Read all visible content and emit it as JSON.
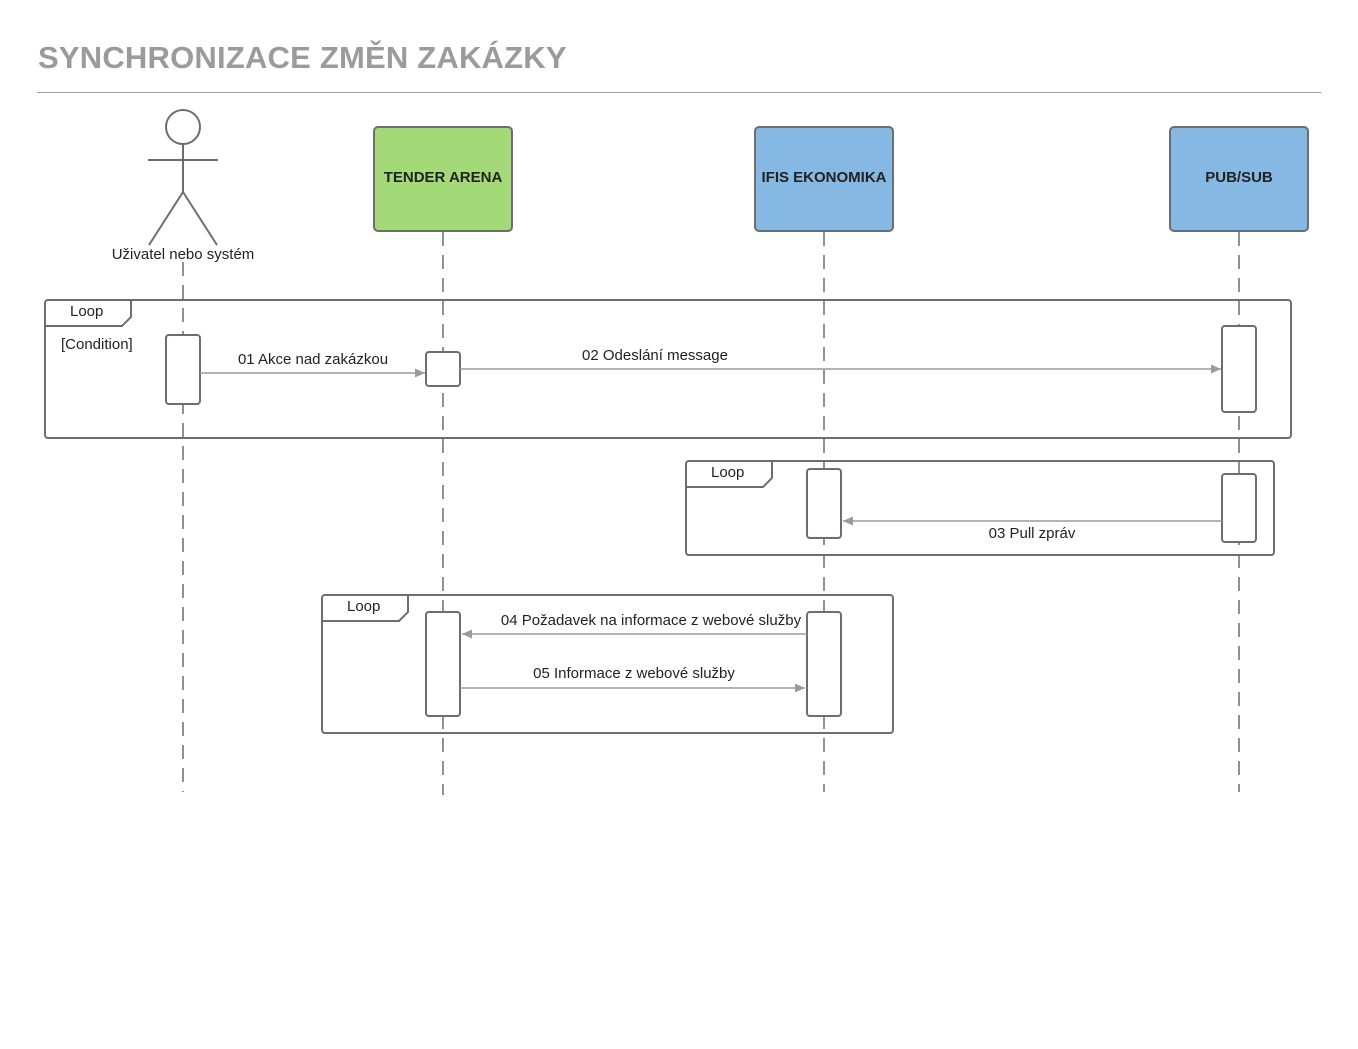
{
  "title": "SYNCHRONIZACE ZMĚN ZAKÁZKY",
  "actor": {
    "label": "Uživatel nebo systém"
  },
  "participants": [
    {
      "id": "tender-arena",
      "label": "TENDER ARENA",
      "color": "#a3d977"
    },
    {
      "id": "ifis-ekonomika",
      "label": "IFIS EKONOMIKA",
      "color": "#85b8e3"
    },
    {
      "id": "pubsub",
      "label": "PUB/SUB",
      "color": "#85b8e3"
    }
  ],
  "frames": [
    {
      "label": "Loop",
      "condition": "[Condition]"
    },
    {
      "label": "Loop"
    },
    {
      "label": "Loop"
    }
  ],
  "messages": [
    {
      "label": "01 Akce nad zakázkou",
      "from": "actor",
      "to": "tender-arena"
    },
    {
      "label": "02 Odeslání message",
      "from": "tender-arena",
      "to": "pubsub"
    },
    {
      "label": "03 Pull zpráv",
      "from": "pubsub",
      "to": "ifis-ekonomika"
    },
    {
      "label": "04 Požadavek na informace z webové služby",
      "from": "ifis-ekonomika",
      "to": "tender-arena"
    },
    {
      "label": "05 Informace z webové služby",
      "from": "tender-arena",
      "to": "ifis-ekonomika"
    }
  ],
  "colors": {
    "line": "#6d6d6d",
    "arrow": "#9a9a9a",
    "title": "#9b9b9b"
  }
}
